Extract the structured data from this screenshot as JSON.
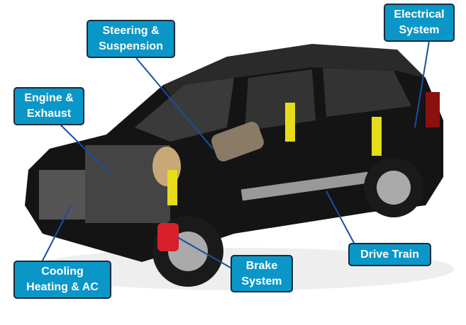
{
  "labels": {
    "steering": {
      "line1": "Steering &",
      "line2": "Suspension"
    },
    "engine": {
      "line1": "Engine &",
      "line2": "Exhaust"
    },
    "electrical": {
      "line1": "Electrical",
      "line2": "System"
    },
    "cooling": {
      "line1": "Cooling",
      "line2": "Heating & AC"
    },
    "brake": {
      "line1": "Brake",
      "line2": "System"
    },
    "drive": {
      "line1": "Drive Train"
    }
  },
  "colors": {
    "label_bg": "#0b96c8",
    "leader": "#1a4fa0",
    "car_body": "#141414",
    "brake_caliper": "#d8202a",
    "spring": "#e5dc1a"
  }
}
